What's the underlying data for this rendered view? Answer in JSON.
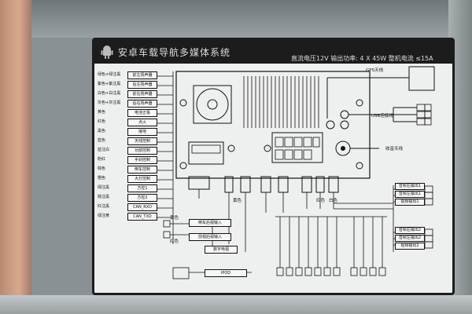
{
  "panel": {
    "title": "安卓车载导航多媒体系统",
    "spec": "直流电压12V  输出功率: 4 X 45W  整机电流 ≤15A"
  },
  "left_rows": [
    {
      "label": "绿色+绿注黑",
      "box": "前左扬声器"
    },
    {
      "label": "紫色+紫注黑",
      "box": "后左扬声器"
    },
    {
      "label": "白色+白注黑",
      "box": "前右扬声器"
    },
    {
      "label": "灰色+灰注黑",
      "box": "后右扬声器"
    },
    {
      "label": "黄色",
      "box": "电池正极"
    },
    {
      "label": "红色",
      "box": "点火"
    },
    {
      "label": "黑色",
      "box": "接地"
    },
    {
      "label": "蓝色",
      "box": "天线控制"
    },
    {
      "label": "蓝注白",
      "box": "功放控制"
    },
    {
      "label": "粉红",
      "box": "手刹控制"
    },
    {
      "label": "棕色",
      "box": "倒车控制"
    },
    {
      "label": "橙色",
      "box": "大灯控制"
    },
    {
      "label": "绿注黑",
      "box": "方控1"
    },
    {
      "label": "棕注黑",
      "box": "方控2"
    },
    {
      "label": "红注黑",
      "box": "CAN_RXD"
    },
    {
      "label": "绿注黄",
      "box": "CAN_TXD"
    }
  ],
  "labels": {
    "gps": "GPS天线",
    "usb": "USB连接线",
    "radio": "收音天线",
    "reverse_in": "倒车后视输入",
    "front_in": "前视后视输入",
    "digital_tv": "数字电视",
    "ipod": "IPOD",
    "yellow": "黄色",
    "red": "红色",
    "white": "白色",
    "audio_right": [
      "音频右输出1",
      "音频左输出1",
      "视频输出1"
    ],
    "audio_bottom": [
      "音频右输出2",
      "音频左输出2",
      "视频输出2"
    ]
  }
}
